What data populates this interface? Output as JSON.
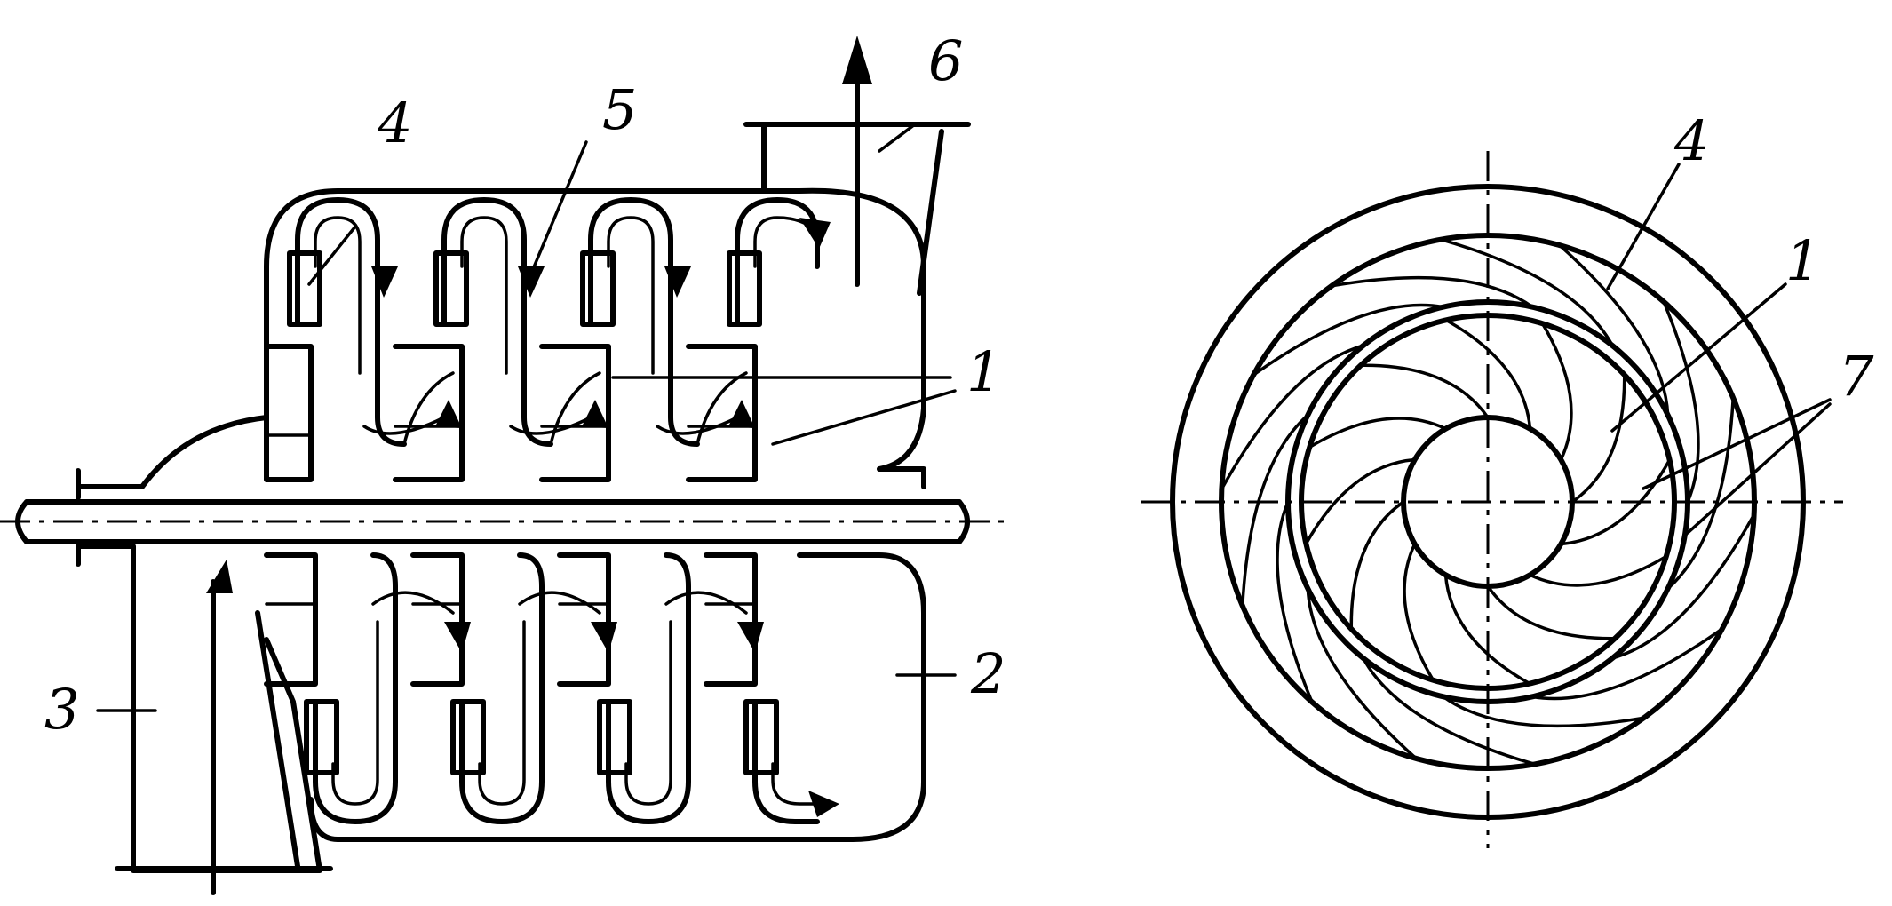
{
  "labels": {
    "side_section": {
      "impeller": "1",
      "volute_chamber": "2",
      "suction_inlet": "3",
      "diffuser": "4",
      "return_channel": "5",
      "discharge_outlet": "6"
    },
    "front_view": {
      "diffuser": "4",
      "impeller": "1",
      "blades": "7"
    }
  }
}
